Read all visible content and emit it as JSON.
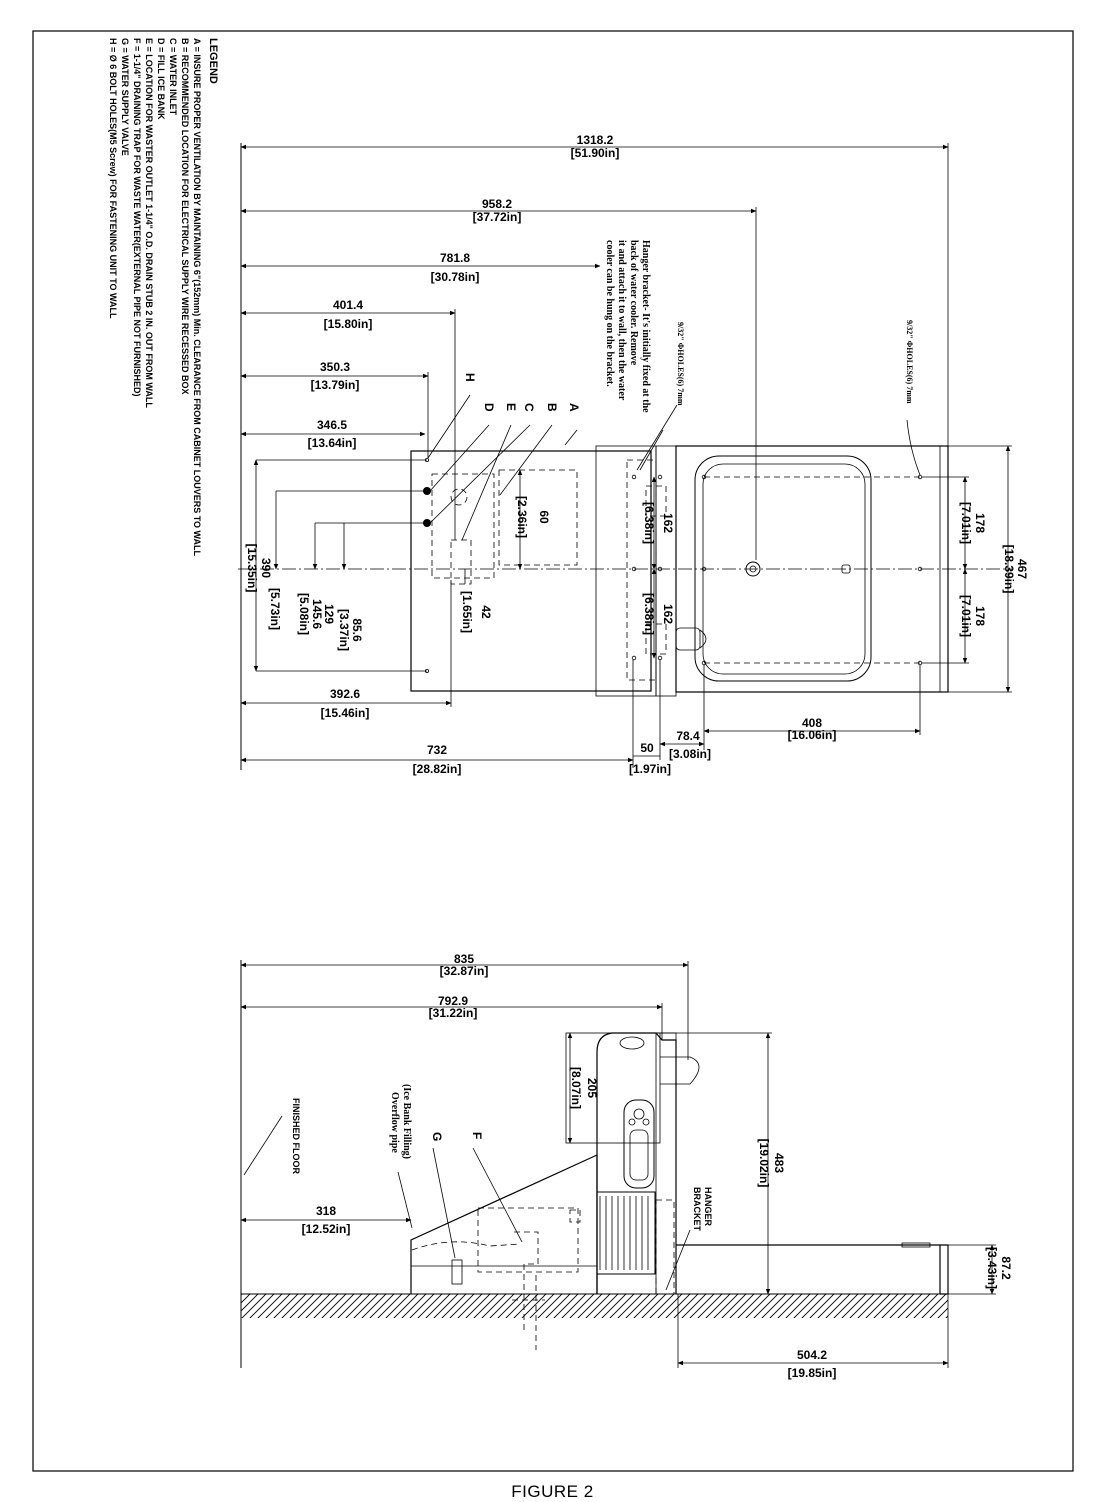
{
  "legend": {
    "title": "LEGEND",
    "items": [
      "A = INSURE PROPER VENTILATION BY MAINTAINING 6\"(152mm) Min. CLEARANCE FROM CABINET LOUVERS TO WALL",
      "B = RECOMMENDED LOCATION FOR ELECTRICAL SUPPLY WIRE RECESSED BOX",
      "C = WATER INLET",
      "D = FILL ICE BANK",
      "E = LOCATION FOR WASTER OUTLET 1-1/4\" O.D. DRAIN STUB 2 IN. OUT FROM WALL",
      "F = 1-1/4\" DRAINING TRAP FOR WASTE WATER(EXTERNAL PIPE NOT FURNISHED)",
      "G = WATER SUPPLY VALVE",
      "H = Ø 6 BOLT HOLES(M5 Screw) FOR FASTENING UNIT TO WALL"
    ]
  },
  "top_view": {
    "dims": {
      "d1318": [
        "1318.2",
        "[51.90in]"
      ],
      "d958": [
        "958.2",
        "[37.72in]"
      ],
      "d781": [
        "781.8",
        "[30.78in]"
      ],
      "d401": [
        "401.4",
        "[15.80in]"
      ],
      "d350": [
        "350.3",
        "[13.79in]"
      ],
      "d346": [
        "346.5",
        "[13.64in]"
      ],
      "d392": [
        "392.6",
        "[15.46in]"
      ],
      "d732": [
        "732",
        "[28.82in]"
      ],
      "d50": [
        "50",
        "[1.97in]"
      ],
      "d78": [
        "78.4",
        "[3.08in]"
      ],
      "d408": [
        "408",
        "[16.06in]"
      ],
      "d467": [
        "467",
        "[18.39in]"
      ],
      "d178a": [
        "178",
        "[7.01in]"
      ],
      "d178b": [
        "178",
        "[7.01in]"
      ],
      "d162a": [
        "162",
        "[6.38in]"
      ],
      "d162b": [
        "162",
        "[6.38in]"
      ],
      "d60": [
        "60",
        "[2.36in]"
      ],
      "d42": [
        "42",
        "[1.65in]"
      ],
      "d85": [
        "85.6",
        "[3.37in]"
      ],
      "d129": [
        "129",
        "[5.08in]"
      ],
      "d145": [
        "145.6",
        "[5.73in]"
      ],
      "d390": [
        "390",
        "[15.35in]"
      ]
    },
    "letters": [
      "A",
      "B",
      "C",
      "E",
      "D",
      "H"
    ],
    "hanger_note": [
      "Hanger bracket- It's initially fixed  at the",
      "back of water cooler. Remove",
      "it and attach it to wall, then the water",
      "cooler can be hung on the bracket."
    ],
    "holes_a": "9/32\" ΦHOLES(6) 7mm",
    "holes_b": "9/32\" ΦHOLES(6) 7mm"
  },
  "side_view": {
    "dims": {
      "d835": [
        "835",
        "[32.87in]"
      ],
      "d792": [
        "792.9",
        "[31.22in]"
      ],
      "d205": [
        "205",
        "[8.07in]"
      ],
      "d483": [
        "483",
        "[19.02in]"
      ],
      "d318": [
        "318",
        "[12.52in]"
      ],
      "d87": [
        "87.2",
        "[3.43in]"
      ],
      "d504": [
        "504.2",
        "[19.85in]"
      ]
    },
    "finished_floor": "FINISHED FLOOR",
    "overflow": [
      "Overflow pipe",
      "(Ice Bank Filling)"
    ],
    "letter_f": "F",
    "letter_g": "G",
    "hanger_bracket": [
      "HANGER",
      "BRACKET"
    ]
  },
  "caption": "FIGURE 2"
}
